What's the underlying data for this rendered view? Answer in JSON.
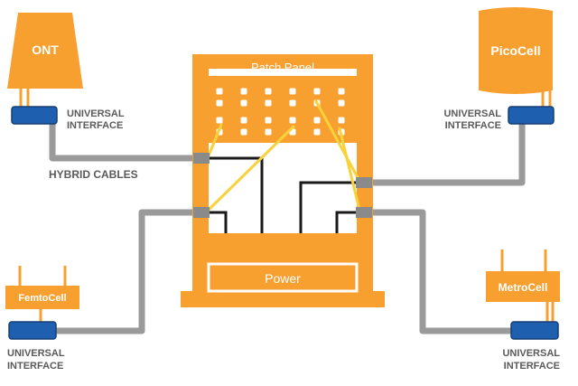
{
  "colors": {
    "orange": "#F7A030",
    "orange_dark": "#E58A1A",
    "blue": "#1F5FAF",
    "cable_gray": "#9A9A9A",
    "black": "#1A1A1A",
    "yellow": "#F7D23A",
    "label_gray": "#5A5A5A"
  },
  "devices": {
    "ont": {
      "label": "ONT"
    },
    "picocell": {
      "label": "PicoCell"
    },
    "femtocell": {
      "label": "FemtoCell"
    },
    "metrocell": {
      "label": "MetroCell"
    }
  },
  "rack": {
    "patch_panel_label": "Patch Panel",
    "power_label": "Power"
  },
  "labels": {
    "universal_line1": "UNIVERSAL",
    "universal_line2": "INTERFACE",
    "hybrid_cables": "HYBRID CABLES"
  }
}
